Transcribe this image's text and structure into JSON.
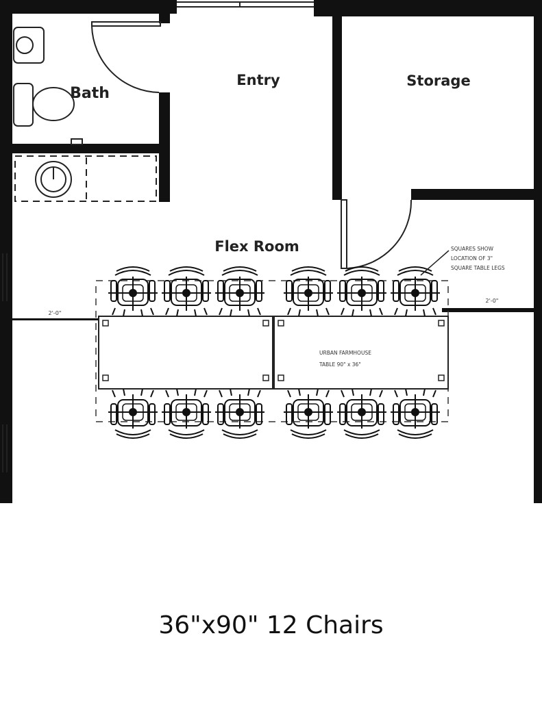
{
  "rooms": {
    "bath": "Bath",
    "entry": "Entry",
    "storage": "Storage",
    "flex": "Flex Room"
  },
  "dimensions": {
    "left": "2'-0\"",
    "right": "2'-0\""
  },
  "notes": {
    "legs_line1": "SQUARES SHOW",
    "legs_line2": "LOCATION OF 3\"",
    "legs_line3": "SQUARE TABLE LEGS",
    "table_line1": "URBAN FARMHOUSE",
    "table_line2": "TABLE 90\" x 36\""
  },
  "caption": "36\"x90\" 12 Chairs",
  "colors": {
    "wall": "#111111",
    "line": "#222222",
    "background": "#ffffff"
  }
}
